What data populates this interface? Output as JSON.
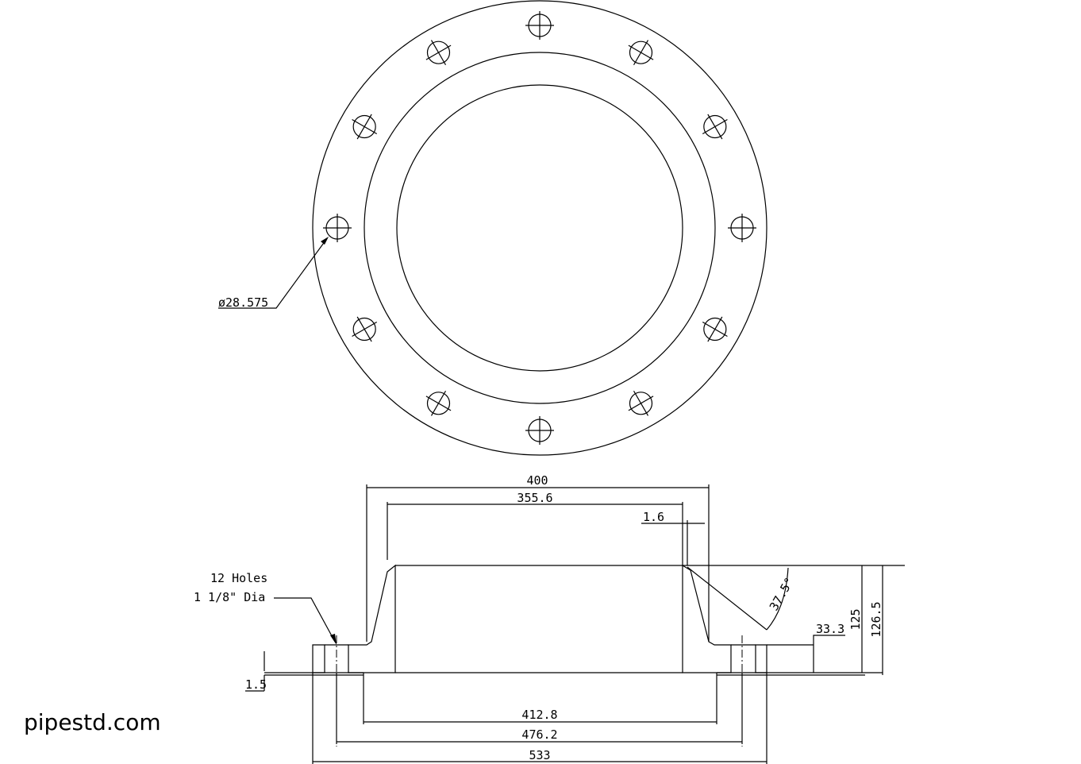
{
  "plan_view": {
    "bolt_hole_count": 12,
    "hole_label": "ø28.575"
  },
  "section_view": {
    "labels": {
      "hub_dia": "400",
      "bore": "355.6",
      "raised_step": "1.6",
      "bevel_angle": "37.5°",
      "flange_thickness": "33.3",
      "hub_length": "125",
      "overall_length": "126.5",
      "raised_face_height": "1.5",
      "raised_face_dia": "412.8",
      "bolt_circle": "476.2",
      "outer_dia": "533",
      "holes_line1": "12 Holes",
      "holes_line2": "1 1/8\" Dia"
    }
  },
  "watermark": "pipestd.com"
}
